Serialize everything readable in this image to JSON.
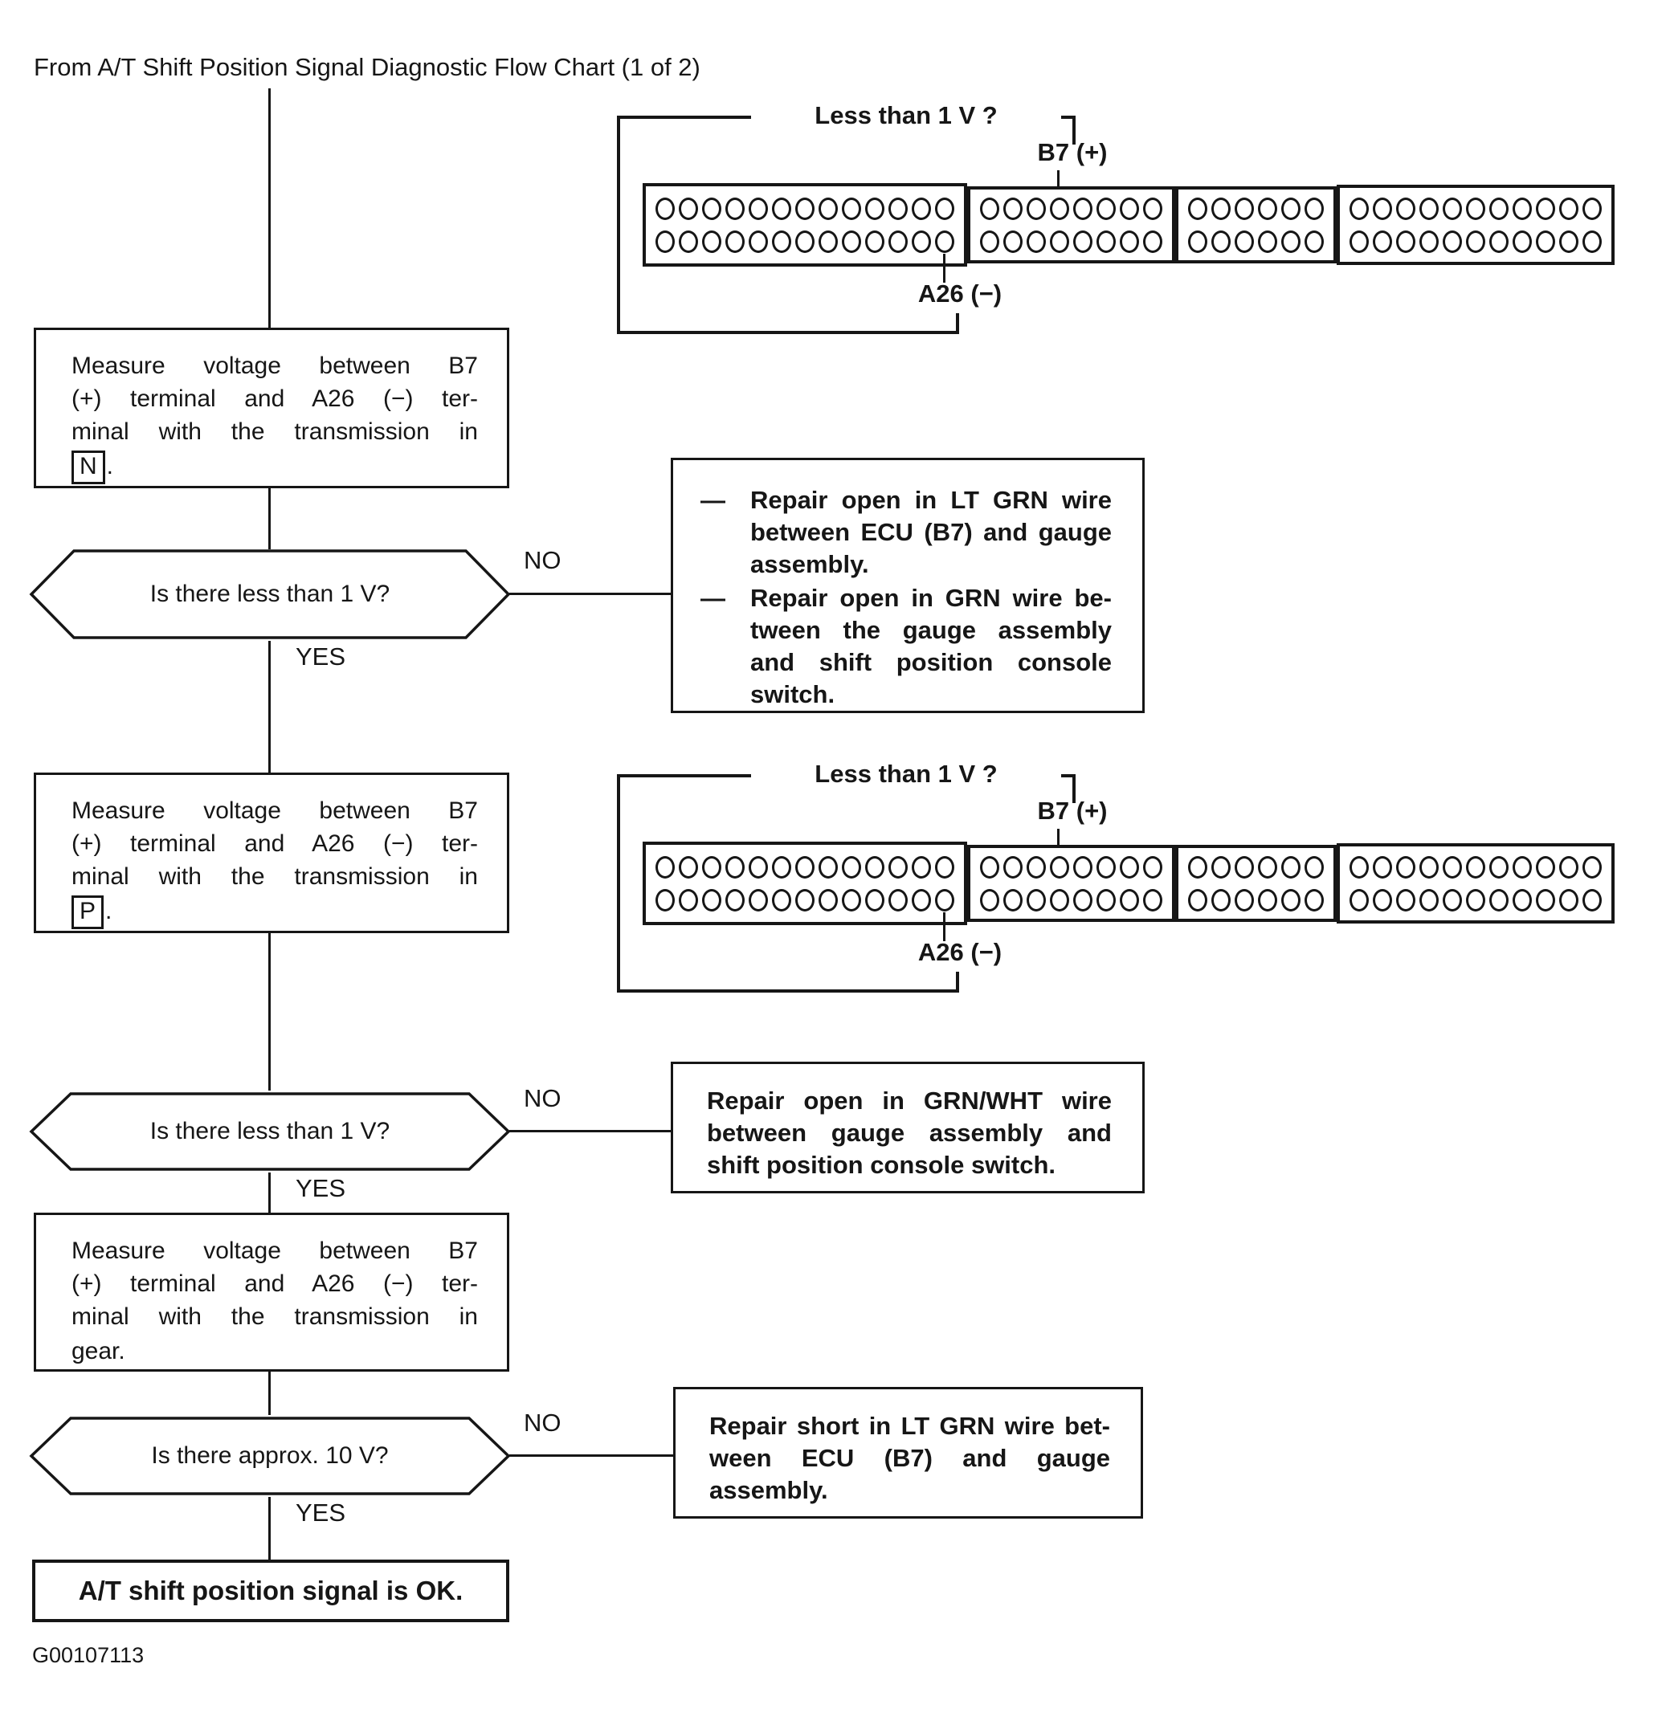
{
  "title": "From A/T Shift Position Signal Diagnostic Flow Chart (1 of 2)",
  "figure_code": "G00107113",
  "colors": {
    "ink": "#161616",
    "paper": "#ffffff"
  },
  "labels": {
    "no": "NO",
    "yes": "YES"
  },
  "connector": {
    "question_label": "Less than 1 V ?",
    "b7_label": "B7 (+)",
    "a26_label": "A26 (−)",
    "blocks": [
      {
        "pins_per_row": 13,
        "rows": 2
      },
      {
        "pins_per_row": 8,
        "rows": 2
      },
      {
        "pins_per_row": 6,
        "rows": 2
      },
      {
        "pins_per_row": 11,
        "rows": 2
      }
    ],
    "b7_pin": {
      "block": 1,
      "row": 0,
      "index": 3
    },
    "a26_pin": {
      "block": 0,
      "row": 1,
      "index": 12
    }
  },
  "flow": {
    "measure_n": {
      "lines": [
        "Measure voltage between B7",
        "(+) terminal and A26 (−) ter-",
        "minal with the transmission in"
      ],
      "gear": "N",
      "suffix": "."
    },
    "decision_1": {
      "question": "Is there less than 1 V?"
    },
    "action_1": {
      "bullet": "—",
      "item1_lines": [
        "Repair open in LT GRN wire",
        "between ECU (B7) and gauge",
        "assembly."
      ],
      "item2_lines": [
        "Repair open in GRN wire be-",
        "tween the gauge assembly",
        "and shift position console",
        "switch."
      ]
    },
    "measure_p": {
      "lines": [
        "Measure voltage between B7",
        "(+) terminal and A26 (−) ter-",
        "minal with the transmission in"
      ],
      "gear": "P",
      "suffix": "."
    },
    "decision_2": {
      "question": "Is there less than 1 V?"
    },
    "action_2": {
      "lines": [
        "Repair open in GRN/WHT wire",
        "between gauge assembly and",
        "shift position console switch."
      ]
    },
    "measure_gear": {
      "lines": [
        "Measure voltage between B7",
        "(+) terminal and A26 (−) ter-",
        "minal with the transmission in",
        "gear."
      ]
    },
    "decision_3": {
      "question": "Is there approx. 10 V?"
    },
    "action_3": {
      "lines": [
        "Repair short in LT GRN wire bet-",
        "ween ECU (B7) and gauge",
        "assembly."
      ]
    },
    "result": {
      "text": "A/T shift position signal is OK."
    }
  }
}
